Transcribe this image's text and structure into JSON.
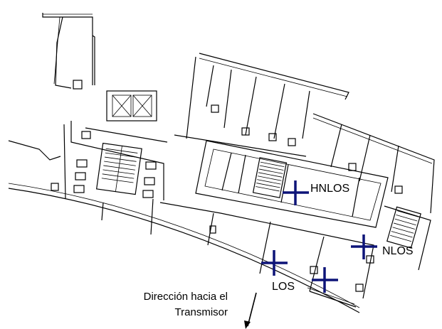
{
  "markers": [
    {
      "id": "hnlos",
      "label": "HNLOS"
    },
    {
      "id": "nlos",
      "label": "NLOS"
    },
    {
      "id": "los",
      "label": "LOS"
    }
  ],
  "direction": {
    "line1": "Dirección hacia el",
    "line2": "Transmisor",
    "icon": "arrow-down-left-icon"
  },
  "colors": {
    "marker": "#0d1478",
    "walls": "#000000",
    "background": "#ffffff"
  }
}
